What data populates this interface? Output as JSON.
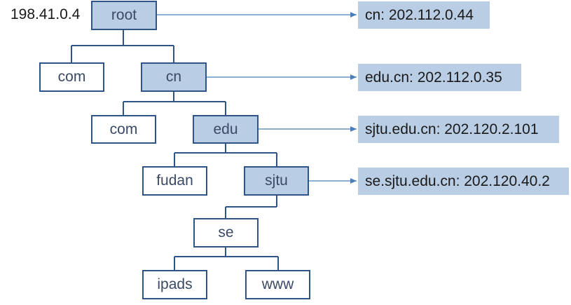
{
  "root_ip": "198.41.0.4",
  "nodes": {
    "root": "root",
    "com1": "com",
    "cn": "cn",
    "com2": "com",
    "edu": "edu",
    "fudan": "fudan",
    "sjtu": "sjtu",
    "se": "se",
    "ipads": "ipads",
    "www": "www"
  },
  "responses": [
    "cn: 202.112.0.44",
    "edu.cn: 202.112.0.35",
    "sjtu.edu.cn: 202.120.2.101",
    "se.sjtu.edu.cn: 202.120.40.2"
  ],
  "colors": {
    "highlight": "#b9cde5",
    "border": "#2f5487",
    "arrow": "#4a7ebb"
  }
}
